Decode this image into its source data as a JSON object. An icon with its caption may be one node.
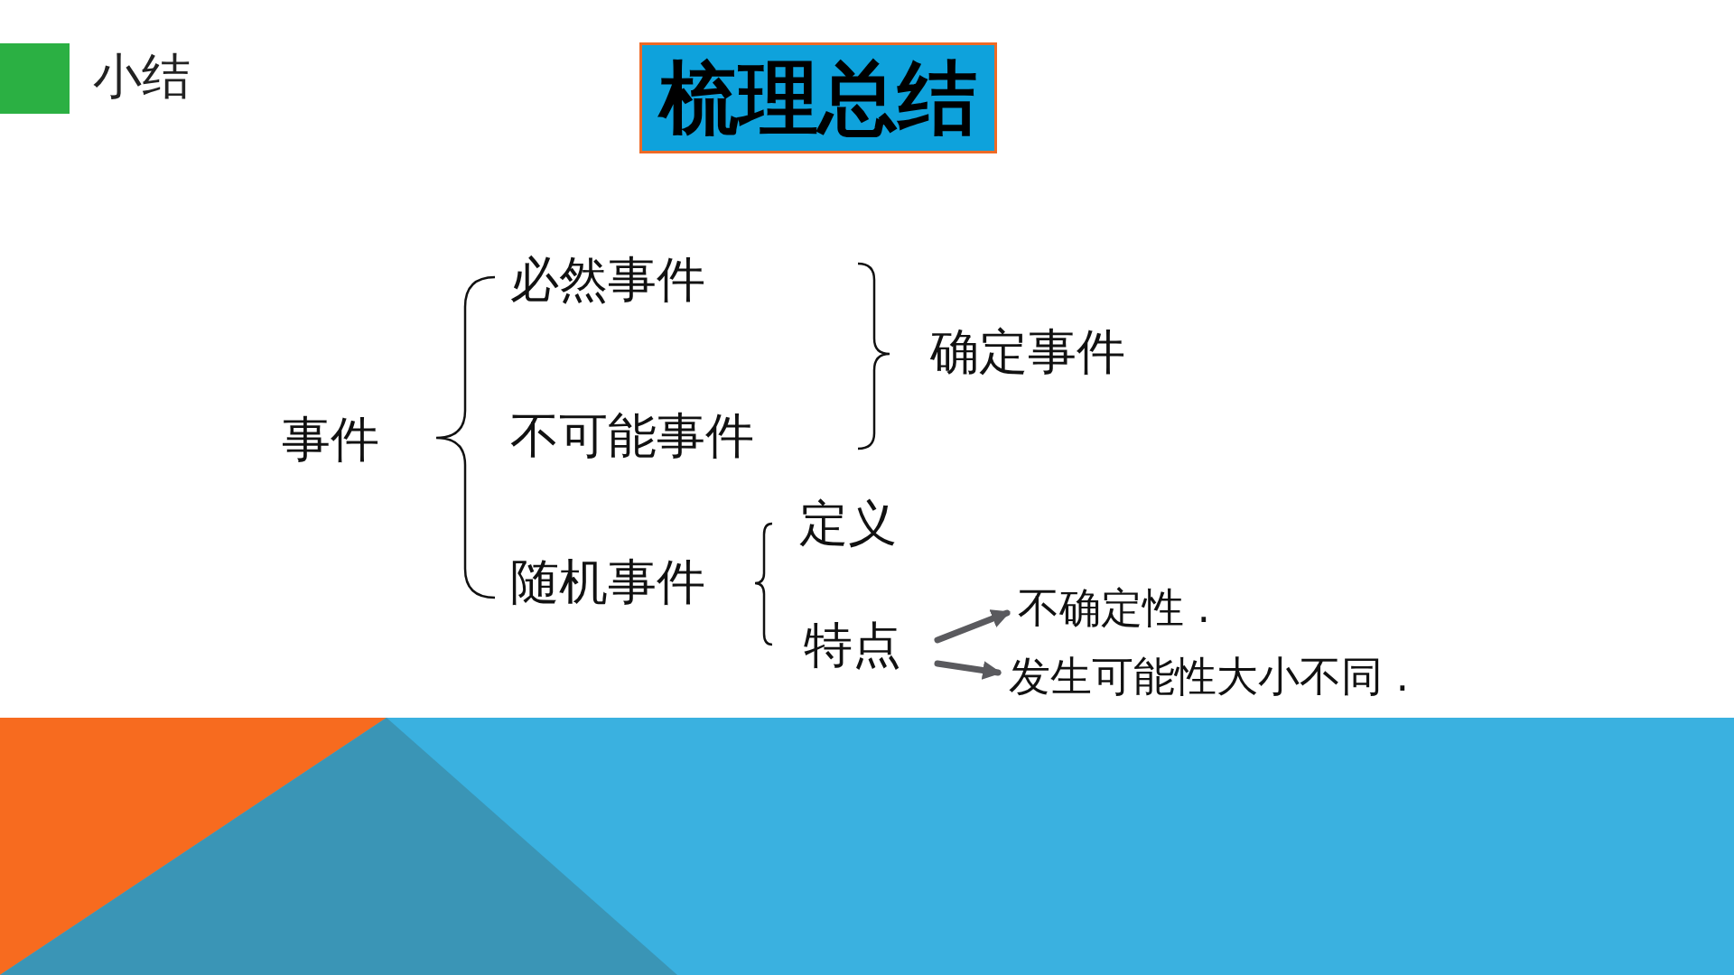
{
  "diagram": {
    "title": "梳理总结",
    "nodes": [
      {
        "text": [
          "事件"
        ]
      },
      {
        "text": [
          "必然事件"
        ]
      },
      {
        "text": [
          "不可能事件"
        ]
      },
      {
        "text": [
          "随机事件"
        ]
      },
      {
        "text": [
          "确定事件"
        ]
      },
      {
        "text": [
          "定义"
        ]
      },
      {
        "text": [
          "特点"
        ]
      },
      {
        "text": [
          "不确定性 ."
        ]
      },
      {
        "text": [
          "发生可能性大小不同 ."
        ]
      }
    ],
    "edges": [
      {
        "from": 6,
        "to": 7,
        "arrow": "to"
      },
      {
        "from": 6,
        "to": 8,
        "arrow": "to"
      }
    ],
    "labels": [
      "小结"
    ]
  }
}
